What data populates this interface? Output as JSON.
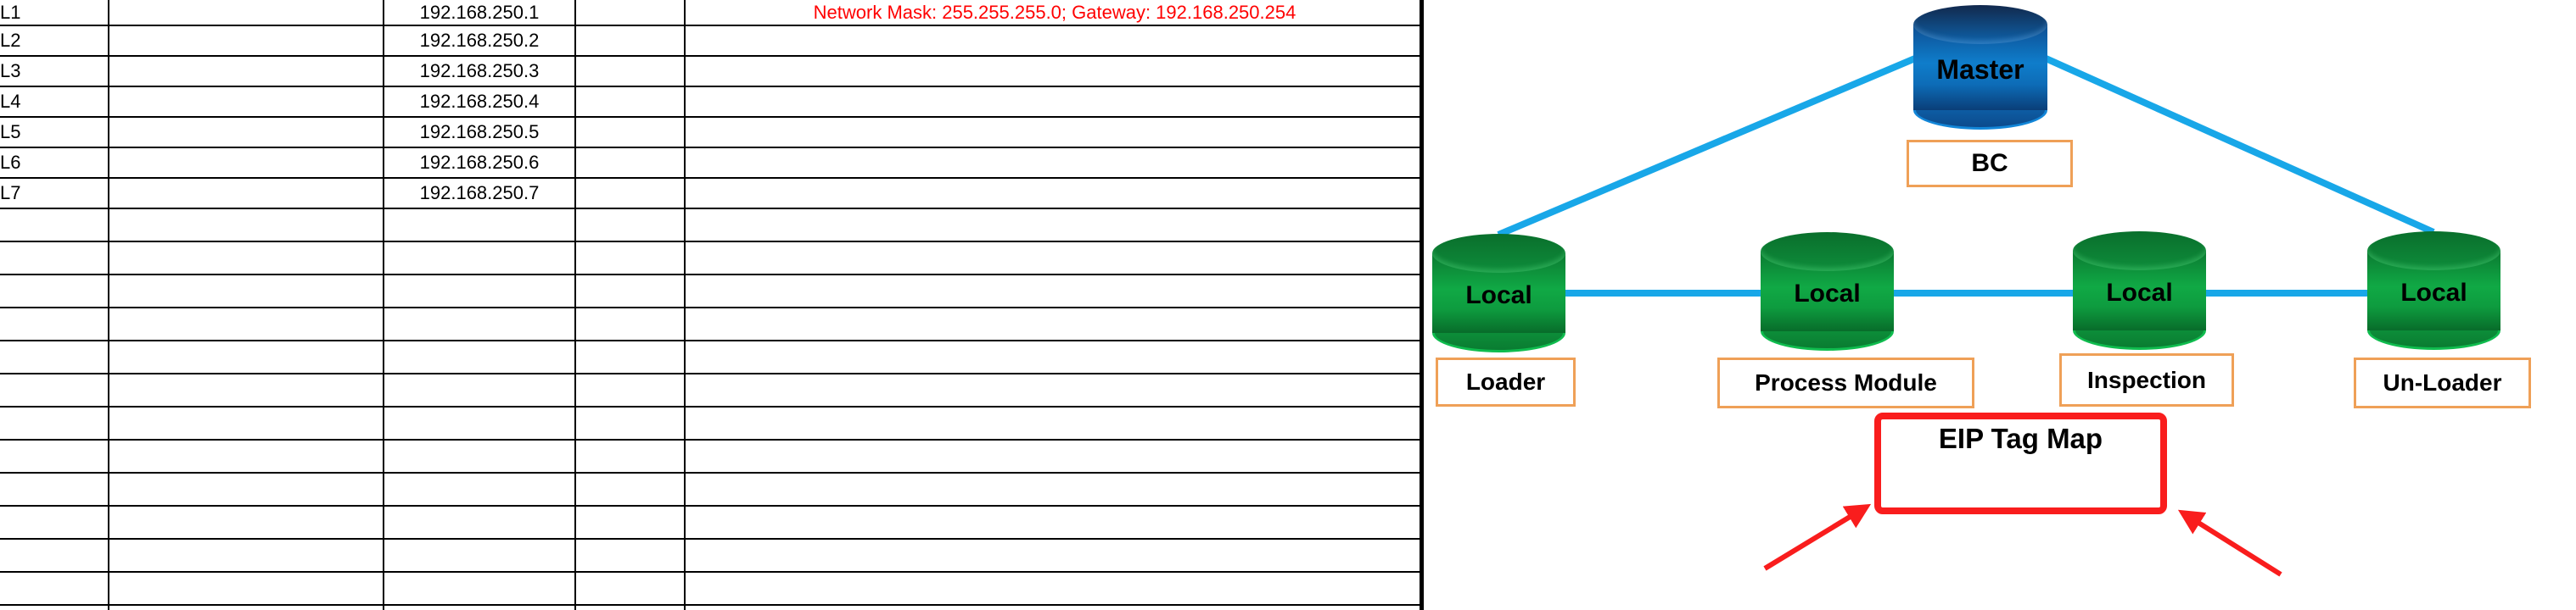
{
  "colors": {
    "link_blue": "#18A7E8",
    "box_orange": "#EFA057",
    "accent_red": "#F91D1D",
    "note_red": "#FF0000",
    "grid_black": "#000000",
    "node_green": "#10A945",
    "node_blue": "#0F7DCB"
  },
  "table": {
    "rows": [
      {
        "station": "L1",
        "ip": "192.168.250.1",
        "note": "Network Mask: 255.255.255.0; Gateway: 192.168.250.254"
      },
      {
        "station": "L2",
        "ip": "192.168.250.2",
        "note": ""
      },
      {
        "station": "L3",
        "ip": "192.168.250.3",
        "note": ""
      },
      {
        "station": "L4",
        "ip": "192.168.250.4",
        "note": ""
      },
      {
        "station": "L5",
        "ip": "192.168.250.5",
        "note": ""
      },
      {
        "station": "L6",
        "ip": "192.168.250.6",
        "note": ""
      },
      {
        "station": "L7",
        "ip": "192.168.250.7",
        "note": ""
      },
      {
        "station": "",
        "ip": "",
        "note": ""
      },
      {
        "station": "",
        "ip": "",
        "note": ""
      },
      {
        "station": "",
        "ip": "",
        "note": ""
      },
      {
        "station": "",
        "ip": "",
        "note": ""
      },
      {
        "station": "",
        "ip": "",
        "note": ""
      },
      {
        "station": "",
        "ip": "",
        "note": ""
      },
      {
        "station": "",
        "ip": "",
        "note": ""
      },
      {
        "station": "",
        "ip": "",
        "note": ""
      },
      {
        "station": "",
        "ip": "",
        "note": ""
      },
      {
        "station": "",
        "ip": "",
        "note": ""
      },
      {
        "station": "",
        "ip": "",
        "note": ""
      },
      {
        "station": "",
        "ip": "",
        "note": ""
      },
      {
        "station": "",
        "ip": "",
        "note": ""
      }
    ]
  },
  "diagram": {
    "master": {
      "label": "Master",
      "caption": "BC"
    },
    "locals": [
      {
        "label": "Local",
        "caption": "Loader"
      },
      {
        "label": "Local",
        "caption": "Process Module"
      },
      {
        "label": "Local",
        "caption": "Inspection"
      },
      {
        "label": "Local",
        "caption": "Un-Loader"
      }
    ],
    "map_box": {
      "label": "EIP Tag Map"
    }
  }
}
